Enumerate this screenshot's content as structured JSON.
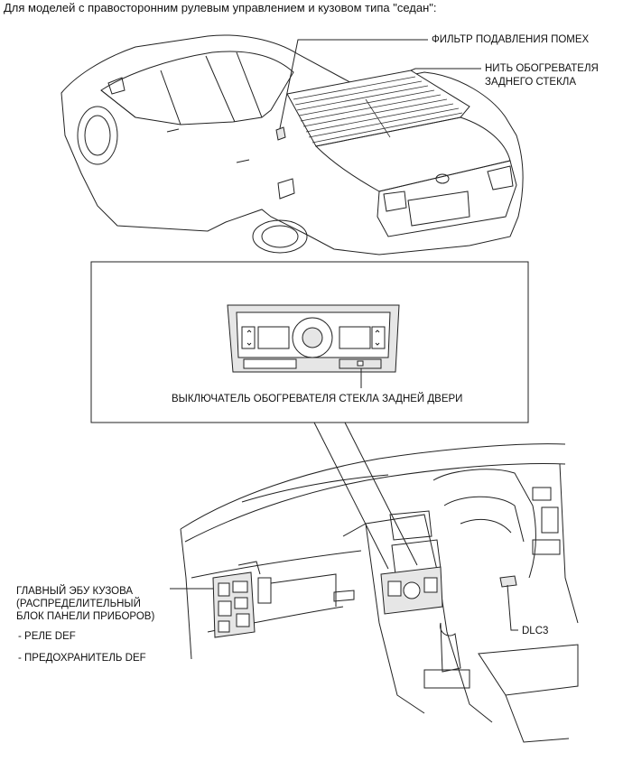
{
  "header": "Для моделей с правосторонним рулевым управлением и кузовом типа \"седан\":",
  "labels": {
    "noise_filter": "ФИЛЬТР ПОДАВЛЕНИЯ ПОМЕХ",
    "defogger_wire_line1": "НИТЬ ОБОГРЕВАТЕЛЯ",
    "defogger_wire_line2": "ЗАДНЕГО СТЕКЛА",
    "defogger_switch": "ВЫКЛЮЧАТЕЛЬ ОБОГРЕВАТЕЛЯ СТЕКЛА ЗАДНЕЙ ДВЕРИ",
    "main_body_ecu_line1": "ГЛАВНЫЙ ЭБУ КУЗОВА",
    "main_body_ecu_line2": "(РАСПРЕДЕЛИТЕЛЬНЫЙ",
    "main_body_ecu_line3": "БЛОК ПАНЕЛИ ПРИБОРОВ)",
    "def_relay": "- РЕЛЕ DEF",
    "def_fuse": "- ПРЕДОХРАНИТЕЛЬ DEF",
    "dlc3": "DLC3"
  },
  "icons": {
    "car": "sedan-rear-view-drawing",
    "panel": "climate-control-panel-drawing",
    "dashboard": "instrument-panel-drawing"
  }
}
